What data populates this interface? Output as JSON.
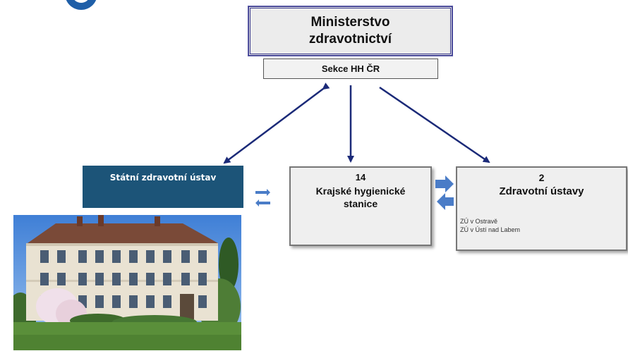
{
  "ministry": {
    "title": "Ministerstvo zdravotnictví"
  },
  "section": {
    "label": "Sekce HH ČR"
  },
  "szu": {
    "label": "Státní zdravotní ústav"
  },
  "khs": {
    "number": "14",
    "label": "Krajské hygienické stanice"
  },
  "zu": {
    "number": "2",
    "label": "Zdravotní ústavy",
    "items": [
      "ZÚ v Ostravě",
      "ZÚ v Ústí nad Labem"
    ]
  },
  "colors": {
    "arrow": "#1b2a78",
    "block_arrow": "#4a7cc7",
    "szu_fill": "#1c5478",
    "accent_mark": "#1f5fa8"
  },
  "icons": [
    "corner-mark",
    "building-photo"
  ]
}
